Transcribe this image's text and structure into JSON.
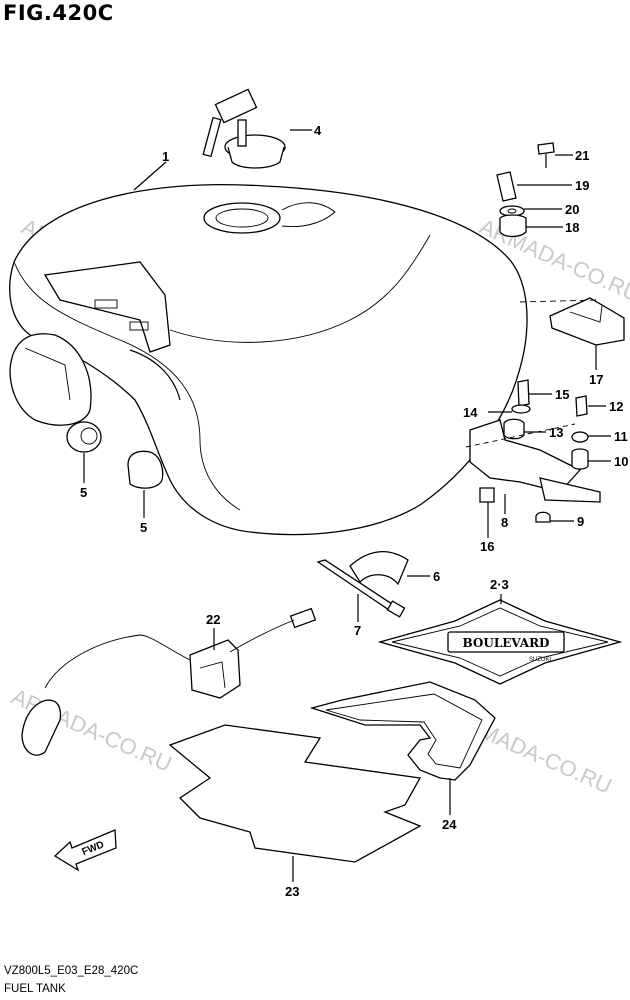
{
  "figure": {
    "title": "FIG.420C",
    "model_code": "VZ800L5_E03_E28_420C",
    "name": "FUEL TANK"
  },
  "watermark": "ARMADA-CO.RU",
  "fwd_label": "FWD",
  "emblem_text": {
    "main": "BOULEVARD",
    "sub": "SUZUKI"
  },
  "callouts": {
    "p1": "1",
    "p4": "4",
    "p21": "21",
    "p19": "19",
    "p20": "20",
    "p18": "18",
    "p17": "17",
    "p15": "15",
    "p12": "12",
    "p14": "14",
    "p13": "13",
    "p11": "11",
    "p10": "10",
    "p5a": "5",
    "p5b": "5",
    "p8": "8",
    "p9": "9",
    "p16": "16",
    "p6": "6",
    "p23_label": "2·3",
    "p7": "7",
    "p22": "22",
    "p24": "24",
    "p23": "23"
  }
}
